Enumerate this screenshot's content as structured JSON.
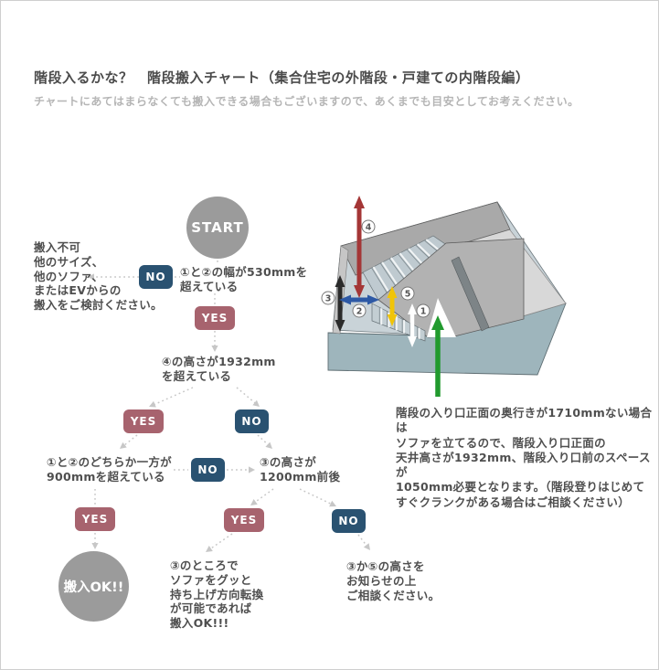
{
  "header": {
    "title": "階段入るかな？　階段搬入チャート（集合住宅の外階段・戸建ての内階段編）",
    "subtitle": "チャートにあてはまらなくても搬入できる場合もございますので、あくまでも目安としてお考えください。"
  },
  "flow": {
    "start": "START",
    "yes": "YES",
    "no": "NO",
    "q1": "①と②の幅が530mmを\n超えている",
    "no_result": "搬入不可\n他のサイズ、\n他のソファ、\nまたはEVからの\n搬入をご検討ください。",
    "q2": "④の高さが1932mm\nを超えている",
    "q3": "①と②のどちらか一方が\n900mmを超えている",
    "q4": "③の高さが\n1200mm前後",
    "ok": "搬入OK!!",
    "result_mid": "③のところで\nソファをグッと\n持ち上げ方向転換\nが可能であれば\n搬入OK!!!",
    "result_right": "③か⑤の高さを\nお知らせの上\nご相談ください。"
  },
  "note": {
    "text": "階段の入り口正面の奥行きが1710mmない場合は\nソファを立てるので、階段入り口正面の\n天井高さが1932mm、階段入り口前のスペースが\n1050mm必要となります。（階段登りはじめて\nすぐクランクがある場合はご相談ください）"
  },
  "diagram": {
    "labels": {
      "n1": "1",
      "n2": "2",
      "n3": "3",
      "n4": "4",
      "n5": "5"
    },
    "colors": {
      "arrow1_white": "#ffffff",
      "arrow2_blue": "#2d59a5",
      "arrow3_black": "#2b2b2b",
      "arrow4_red": "#a43636",
      "arrow5_yellow": "#f0c408",
      "entry_green": "#219a2e",
      "floor": "#c9d3d8",
      "front_cut": "#9eb5bc",
      "walls": "#a9a9a9"
    }
  },
  "ui_colors": {
    "yes_badge": "#a7636e",
    "no_badge": "#2a5271",
    "node_circle": "#9b9b9b"
  }
}
